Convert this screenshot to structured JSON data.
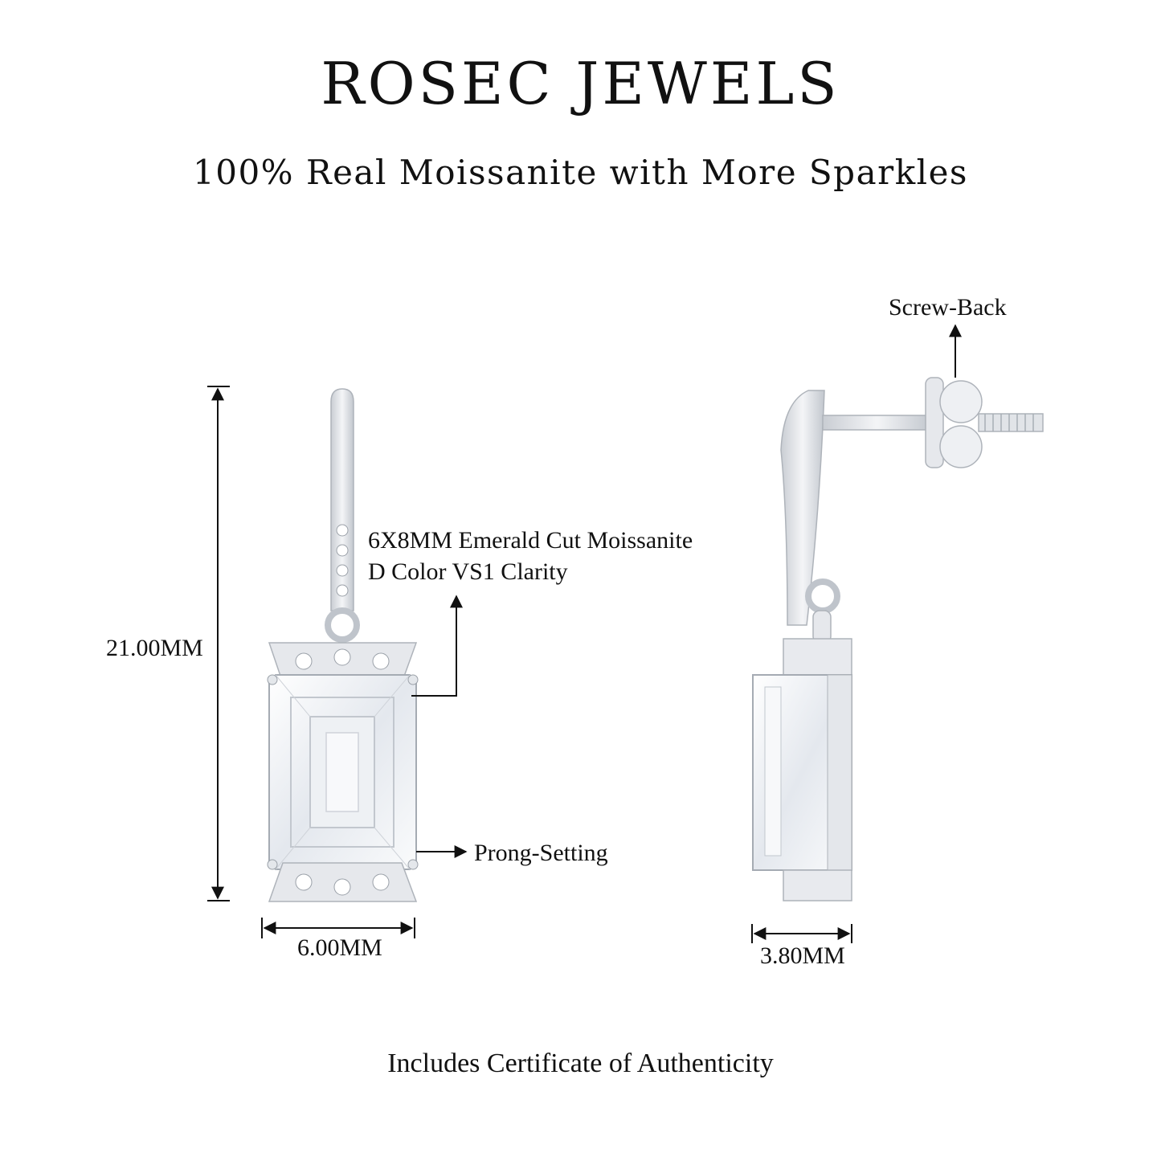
{
  "header": {
    "brand": "ROSEC JEWELS",
    "tagline": "100% Real Moissanite with More Sparkles"
  },
  "dimensions": {
    "height_label": "21.00MM",
    "front_width_label": "6.00MM",
    "side_width_label": "3.80MM"
  },
  "callouts": {
    "stone_line1": "6X8MM Emerald Cut Moissanite",
    "stone_line2": "D Color VS1 Clarity",
    "prong": "Prong-Setting",
    "back": "Screw-Back"
  },
  "footer": {
    "certificate": "Includes Certificate of Authenticity"
  },
  "colors": {
    "metal": "#dcdfe3",
    "metal_shadow": "#b9bec5",
    "stone": "#f4f6f8",
    "line": "#111111"
  }
}
